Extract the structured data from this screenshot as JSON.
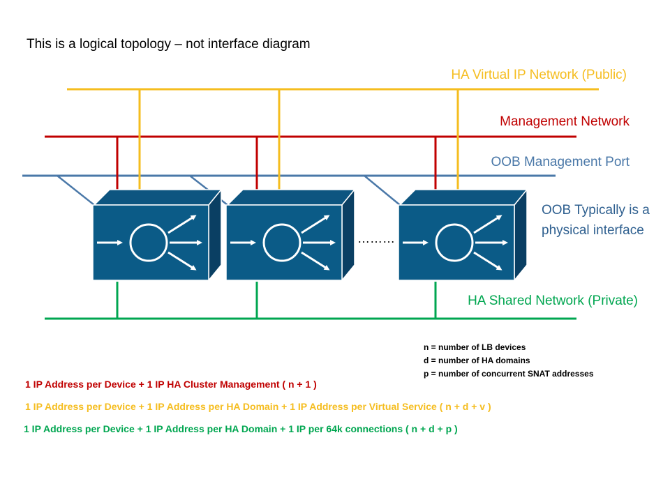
{
  "title": "This is a logical topology – not interface diagram",
  "networks": {
    "vip": "HA Virtual IP Network (Public)",
    "management": "Management Network",
    "oob": "OOB Management Port",
    "shared": "HA Shared Network (Private)"
  },
  "oob_note": "OOB Typically is a physical interface",
  "ellipsis": "………",
  "legend": [
    "n = number of LB devices",
    "d = number of HA domains",
    "p = number of concurrent SNAT addresses"
  ],
  "formulas": {
    "red": "1 IP Address per Device + 1 IP HA Cluster Management  ( n + 1 )",
    "yellow": "1 IP Address per Device + 1 IP Address per HA Domain + 1 IP Address per Virtual Service  ( n + d + v )",
    "green": "1 IP Address per Device + 1 IP Address per HA Domain + 1 IP   per 64k connections ( n + d + p )"
  },
  "colors": {
    "vip": "#f5bd1f",
    "management": "#c00000",
    "oob": "#4a78a8",
    "shared": "#00a650",
    "device_front": "#0b5b87",
    "device_side": "#0a3f63",
    "device_top": "#0d5580"
  },
  "devices": [
    {
      "icon": "load-balancer-icon"
    },
    {
      "icon": "load-balancer-icon"
    },
    {
      "icon": "load-balancer-icon"
    }
  ]
}
